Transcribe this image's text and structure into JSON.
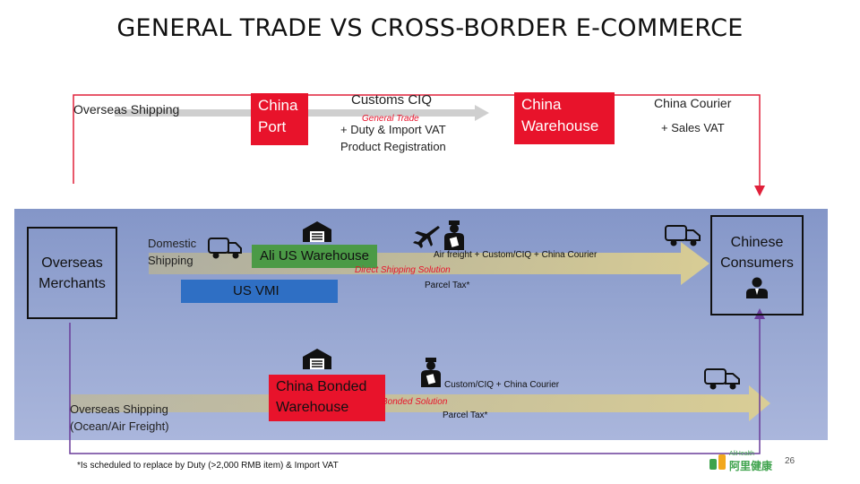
{
  "title": "GENERAL TRADE VS CROSS-BORDER E-COMMERCE",
  "top_flow": {
    "overseas_shipping": "Overseas   Shipping",
    "china_port": "China\nPort",
    "customs_ciq": "Customs CIQ",
    "general_trade": "General Trade",
    "duty_vat": "+ Duty & Import VAT",
    "product_registration": "Product Registration",
    "china_warehouse": "China\nWarehouse",
    "china_courier": "China Courier",
    "sales_vat": "+ Sales VAT"
  },
  "panel": {
    "overseas_merchants": "Overseas\nMerchants",
    "domestic_shipping": "Domestic\nShipping",
    "ali_us_warehouse": "Ali US Warehouse",
    "us_vmi": "US VMI",
    "air_freight": "Air freight + Custom/CIQ + China Courier",
    "direct_shipping_solution": "Direct Shipping Solution",
    "parcel_tax_direct": "Parcel Tax*",
    "chinese_consumers": "Chinese\nConsumers",
    "overseas_shipping_bottom": "Overseas   Shipping",
    "ocean_air_freight": "(Ocean/Air Freight)",
    "china_bonded_warehouse": "China Bonded\nWarehouse",
    "custom_ciq_courier": "Custom/CIQ + China Courier",
    "bonded_solution": "Bonded Solution",
    "parcel_tax_bonded": "Parcel Tax*"
  },
  "footnote": "*Is scheduled to replace by Duty (>2,000 RMB item) & Import VAT",
  "logo": {
    "text_en": "AliHealth",
    "text_cn": "阿里健康"
  },
  "page_number": "26",
  "colors": {
    "red": "#e8132b",
    "panel": "#8f9fcd",
    "blue_box": "#2f6fc4",
    "green_box": "#4b9a46",
    "arrow_tan": "#d4c893",
    "arrow_gray": "#cccccc",
    "line_red": "#e0203a",
    "line_purple": "#6a3d9a"
  },
  "icons": [
    "warehouse-icon",
    "airplane-icon",
    "customs-officer-icon",
    "truck-icon",
    "consumer-icon"
  ]
}
